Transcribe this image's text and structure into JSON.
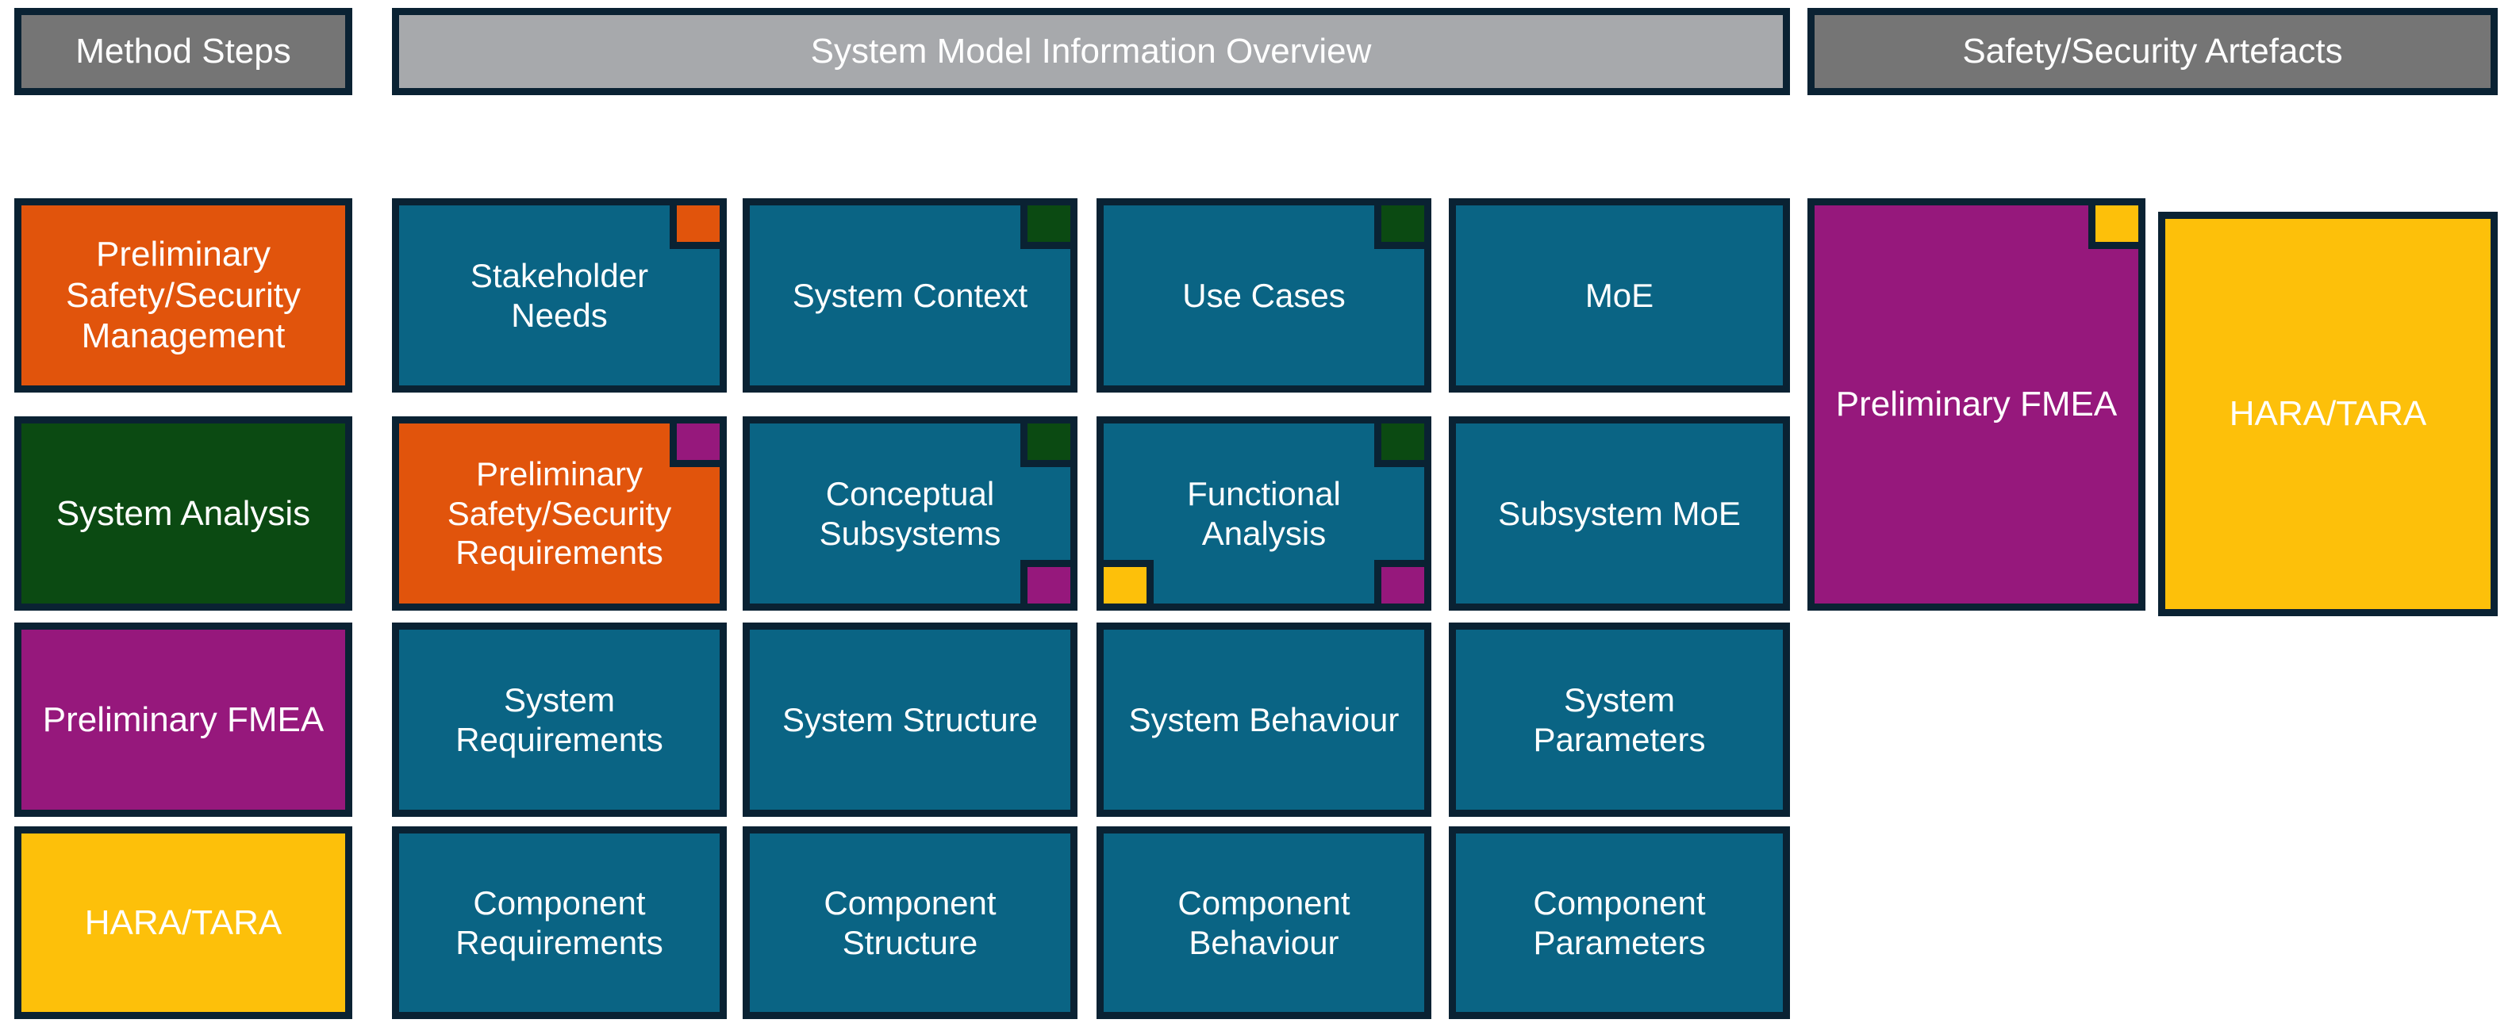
{
  "diagram": {
    "title": "Method Steps / System Model Information Overview / Safety-Security Artefacts mapping",
    "palette": {
      "border": "#0a2233",
      "header_dark_gray": "#757575",
      "header_light_gray": "#a7a9ac",
      "teal": "#0a6484",
      "orange": "#e1540c",
      "dark_green": "#0b4a12",
      "magenta": "#96187c",
      "yellow": "#fdc00a",
      "text": "#ffffff",
      "background": "#ffffff"
    }
  },
  "columns": {
    "method_steps": {
      "header": "Method Steps",
      "items": [
        {
          "label": "Preliminary\nSafety/Security\nManagement",
          "color": "orange"
        },
        {
          "label": "System Analysis",
          "color": "green"
        },
        {
          "label": "Preliminary FMEA",
          "color": "magenta"
        },
        {
          "label": "HARA/TARA",
          "color": "yellow"
        }
      ]
    },
    "system_model": {
      "header": "System Model Information Overview",
      "rows": [
        [
          {
            "label": "Stakeholder\nNeeds",
            "color": "teal",
            "markers": [
              {
                "corner": "top-right",
                "color": "orange"
              }
            ]
          },
          {
            "label": "System Context",
            "color": "teal",
            "markers": [
              {
                "corner": "top-right",
                "color": "green"
              }
            ]
          },
          {
            "label": "Use Cases",
            "color": "teal",
            "markers": [
              {
                "corner": "top-right",
                "color": "green"
              }
            ]
          },
          {
            "label": "MoE",
            "color": "teal",
            "markers": []
          }
        ],
        [
          {
            "label": "Preliminary\nSafety/Security\nRequirements",
            "color": "orange",
            "markers": [
              {
                "corner": "top-right",
                "color": "magenta"
              }
            ]
          },
          {
            "label": "Conceptual\nSubsystems",
            "color": "teal",
            "markers": [
              {
                "corner": "top-right",
                "color": "green"
              },
              {
                "corner": "bottom-right",
                "color": "magenta"
              }
            ]
          },
          {
            "label": "Functional\nAnalysis",
            "color": "teal",
            "markers": [
              {
                "corner": "top-right",
                "color": "green"
              },
              {
                "corner": "bottom-right",
                "color": "magenta"
              },
              {
                "corner": "bottom-left",
                "color": "yellow"
              }
            ]
          },
          {
            "label": "Subsystem MoE",
            "color": "teal",
            "markers": []
          }
        ],
        [
          {
            "label": "System\nRequirements",
            "color": "teal",
            "markers": []
          },
          {
            "label": "System Structure",
            "color": "teal",
            "markers": []
          },
          {
            "label": "System Behaviour",
            "color": "teal",
            "markers": []
          },
          {
            "label": "System\nParameters",
            "color": "teal",
            "markers": []
          }
        ],
        [
          {
            "label": "Component\nRequirements",
            "color": "teal",
            "markers": []
          },
          {
            "label": "Component\nStructure",
            "color": "teal",
            "markers": []
          },
          {
            "label": "Component\nBehaviour",
            "color": "teal",
            "markers": []
          },
          {
            "label": "Component\nParameters",
            "color": "teal",
            "markers": []
          }
        ]
      ]
    },
    "artefacts": {
      "header": "Safety/Security Artefacts",
      "items": [
        {
          "label": "Preliminary FMEA",
          "color": "magenta",
          "markers": [
            {
              "corner": "top-right",
              "color": "yellow"
            }
          ]
        },
        {
          "label": "HARA/TARA",
          "color": "yellow",
          "markers": []
        }
      ]
    }
  }
}
